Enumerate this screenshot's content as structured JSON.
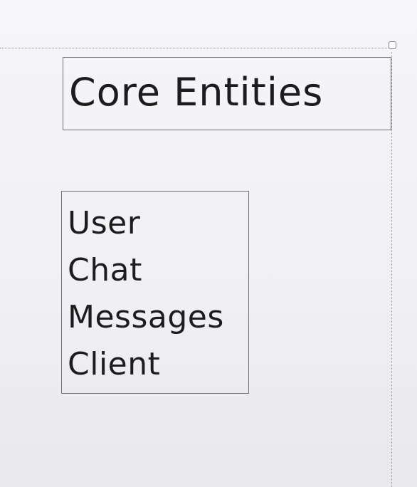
{
  "diagram": {
    "title": "Core Entities",
    "entities": [
      "User",
      "Chat",
      "Messages",
      "Client"
    ]
  }
}
